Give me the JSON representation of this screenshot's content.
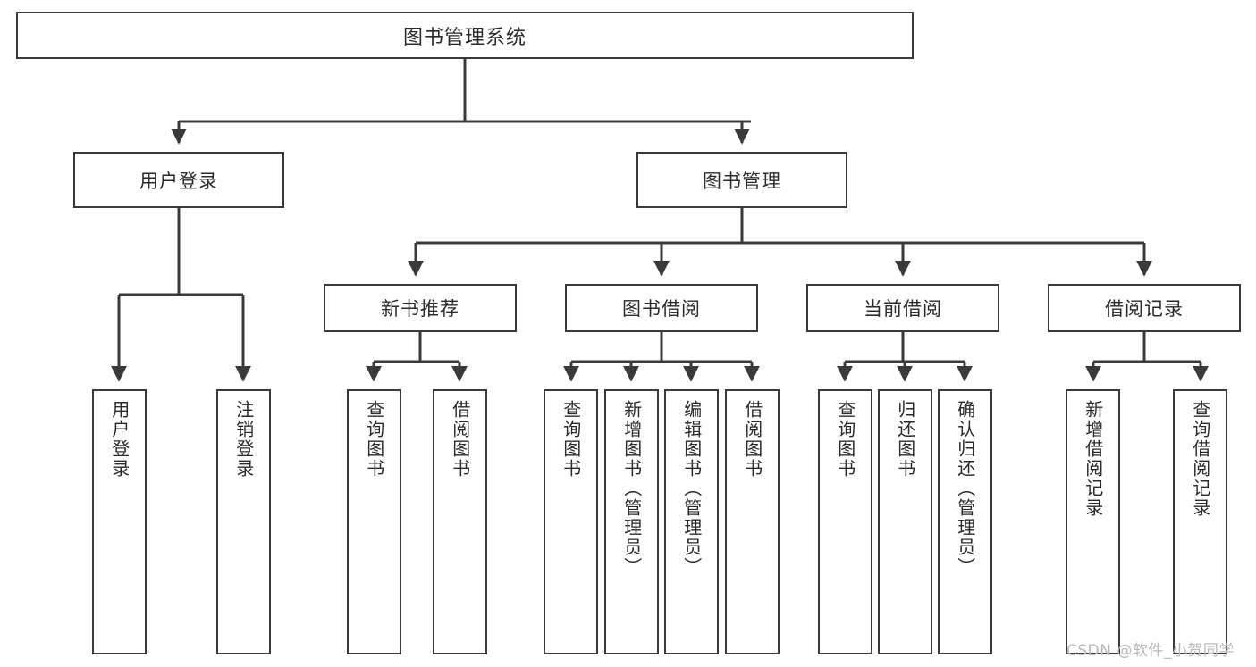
{
  "diagram": {
    "title": "图书管理系统",
    "type": "tree-hierarchy",
    "root": {
      "label": "图书管理系统",
      "children": [
        {
          "label": "用户登录",
          "children": [
            {
              "label": "用户登录"
            },
            {
              "label": "注销登录"
            }
          ]
        },
        {
          "label": "图书管理",
          "children": [
            {
              "label": "新书推荐",
              "children": [
                {
                  "label": "查询图书"
                },
                {
                  "label": "借阅图书"
                }
              ]
            },
            {
              "label": "图书借阅",
              "children": [
                {
                  "label": "查询图书"
                },
                {
                  "label": "新增图书（管理员）"
                },
                {
                  "label": "编辑图书（管理员）"
                },
                {
                  "label": "借阅图书"
                }
              ]
            },
            {
              "label": "当前借阅",
              "children": [
                {
                  "label": "查询图书"
                },
                {
                  "label": "归还图书"
                },
                {
                  "label": "确认归还（管理员）"
                }
              ]
            },
            {
              "label": "借阅记录",
              "children": [
                {
                  "label": "新增借阅记录"
                },
                {
                  "label": "查询借阅记录"
                }
              ]
            }
          ]
        }
      ]
    }
  },
  "nodes": {
    "root": "图书管理系统",
    "level2": {
      "user_login": "用户登录",
      "book_manage": "图书管理"
    },
    "level3": {
      "new_book_rec": "新书推荐",
      "book_borrow": "图书借阅",
      "current_borrow": "当前借阅",
      "borrow_record": "借阅记录"
    },
    "leaves": {
      "user_login_1": "用户登录",
      "user_login_2": "注销登录",
      "new_book_1": "查询图书",
      "new_book_2": "借阅图书",
      "borrow_1": "查询图书",
      "borrow_2": "新增图书（管理员）",
      "borrow_3": "编辑图书（管理员）",
      "borrow_4": "借阅图书",
      "current_1": "查询图书",
      "current_2": "归还图书",
      "current_3": "确认归还（管理员）",
      "record_1": "新增借阅记录",
      "record_2": "查询借阅记录"
    }
  },
  "watermark": {
    "text": "CSDN @软件_小贺同学"
  },
  "colors": {
    "background": "#ffffff",
    "border": "#3a3a3a",
    "text": "#2b2b2b",
    "edge": "#3a3a3a",
    "watermark": "#b9b9b9"
  }
}
